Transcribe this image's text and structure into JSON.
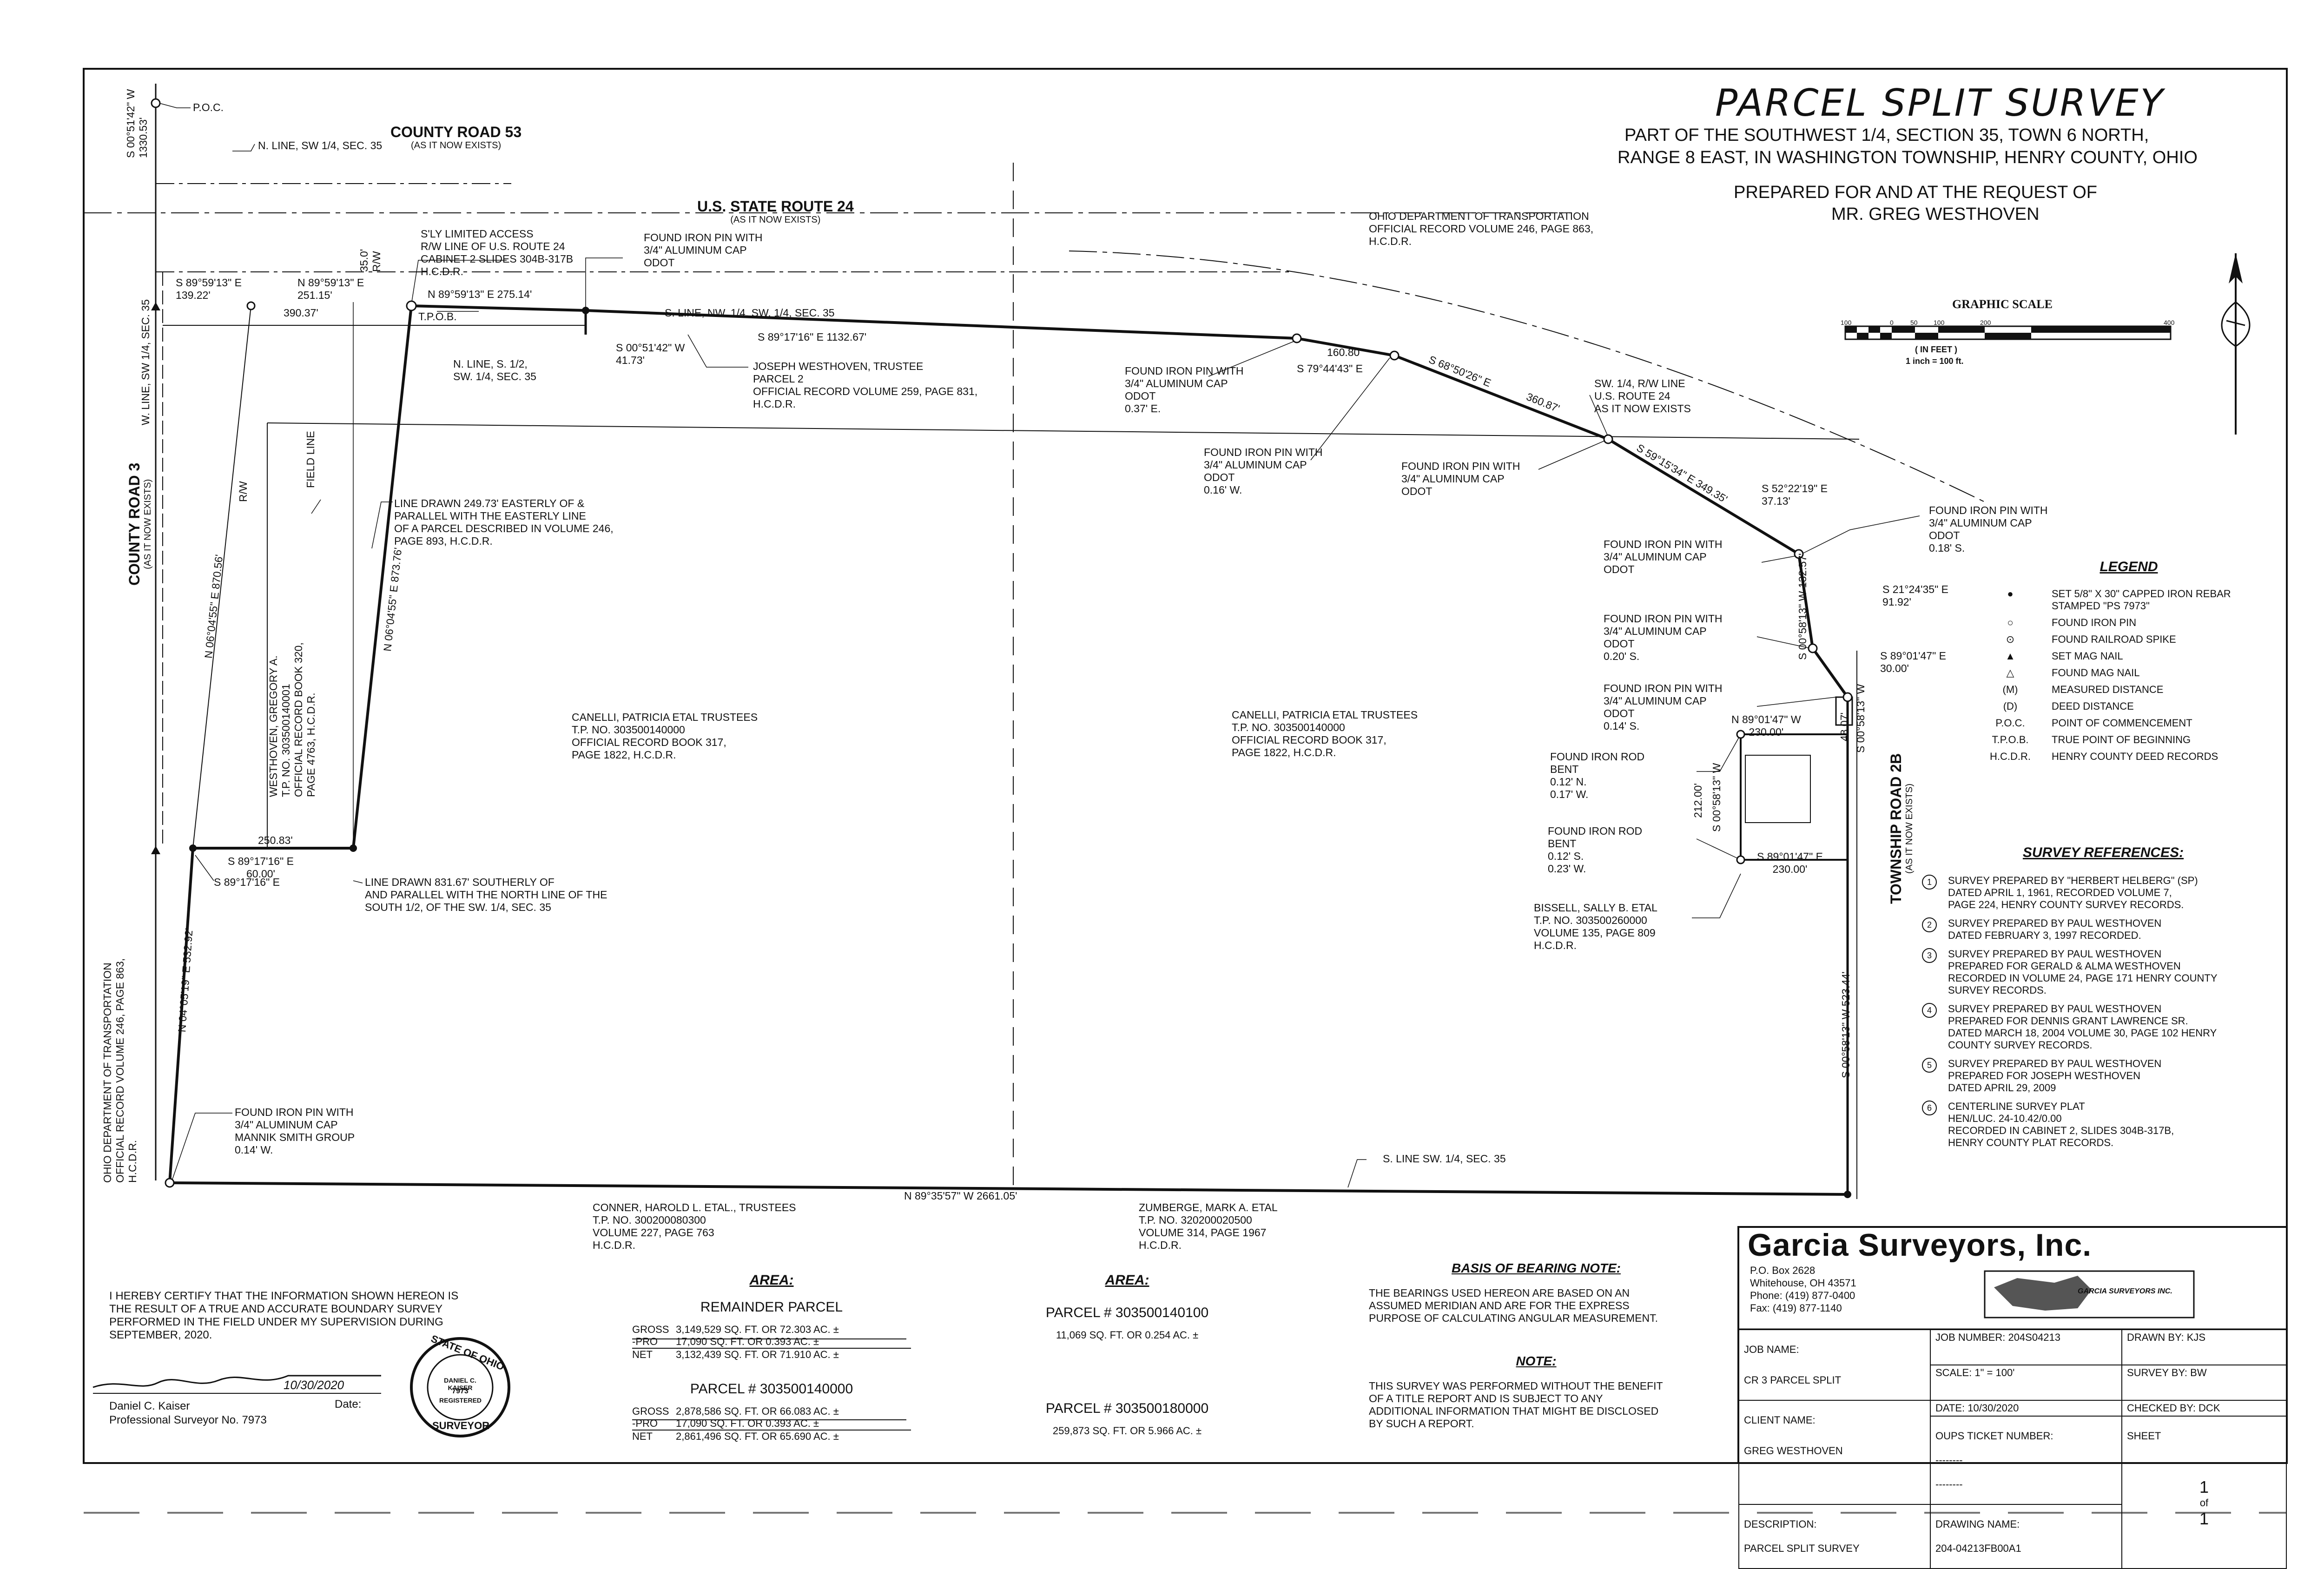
{
  "title": {
    "main": "PARCEL SPLIT SURVEY",
    "line1": "PART OF THE SOUTHWEST 1/4, SECTION 35, TOWN 6 NORTH,",
    "line2": "RANGE 8 EAST, IN WASHINGTON TOWNSHIP, HENRY COUNTY, OHIO",
    "prepared1": "PREPARED FOR AND AT THE REQUEST OF",
    "prepared2": "MR. GREG WESTHOVEN"
  },
  "graphic_scale": {
    "title": "GRAPHIC SCALE",
    "ticks": [
      "100",
      "0",
      "50",
      "100",
      "200",
      "400"
    ],
    "unit": "( IN FEET )",
    "ratio": "1 inch = 100 ft."
  },
  "roads": {
    "cr53": "COUNTY ROAD 53",
    "cr53_sub": "(AS IT NOW EXISTS)",
    "us24": "U.S. STATE ROUTE 24",
    "us24_sub": "(AS IT NOW EXISTS)",
    "cr3": "COUNTY ROAD 3",
    "cr3_sub": "(AS IT NOW EXISTS)",
    "tr2b": "TOWNSHIP ROAD 2B",
    "tr2b_sub": "(AS IT NOW EXISTS)"
  },
  "annotations": {
    "poc": "P.O.C.",
    "n_line_sec35": "N. LINE, SW 1/4, SEC. 35",
    "s_005142_1330": "S 00°51'42\" W\n1330.53'",
    "w_line_sec35": "W. LINE, SW 1/4, SEC. 35",
    "s895913_139": "S 89°59'13\" E\n139.22'",
    "n895913_251": "N 89°59'13\" E\n251.15'",
    "d_390": "390.37'",
    "d_350_rw": "35.0'\nR/W",
    "sly_access": "S'LY LIMITED ACCESS\nR/W LINE OF U.S. ROUTE 24\nCABINET 2 SLIDES 304B-317B\nH.C.D.R.",
    "n895913_275": "N 89°59'13\" E   275.14'",
    "tpob": "T.P.O.B.",
    "found_pin_top": "FOUND IRON PIN WITH\n3/4\" ALUMINUM CAP\nODOT",
    "s_line_nw": "S. LINE, NW. 1/4, SW. 1/4, SEC. 35",
    "s891716_1132": "S 89°17'16\" E    1132.67'",
    "s005142_4173": "S 00°51'42\" W\n41.73'",
    "n_line_s12": "N. LINE, S. 1/2,\nSW. 1/4, SEC. 35",
    "joseph_parcel": "JOSEPH WESTHOVEN, TRUSTEE\nPARCEL 2\nOFFICIAL RECORD VOLUME 259, PAGE 831,\nH.C.D.R.",
    "odot_record_top": "OHIO DEPARTMENT OF TRANSPORTATION\nOFFICIAL RECORD VOLUME 246, PAGE 863,\nH.C.D.R.",
    "found_pin_037": "FOUND IRON PIN WITH\n3/4\" ALUMINUM CAP\nODOT\n0.37' E.",
    "d_16080": "160.80'",
    "s794443": "S 79°44'43\" E",
    "s685026": "S 68°50'26\" E",
    "d_36087": "360.87'",
    "sw_rw": "SW. 1/4, R/W LINE\nU.S. ROUTE 24\nAS IT NOW EXISTS",
    "found_pin_016": "FOUND IRON PIN WITH\n3/4\" ALUMINUM CAP\nODOT\n0.16' W.",
    "found_pin_odot": "FOUND IRON PIN WITH\n3/4\" ALUMINUM CAP\nODOT",
    "s591534": "S 59°15'34\" E   349.35'",
    "s522219": "S 52°22'19\" E\n37.13'",
    "found_pin_018": "FOUND IRON PIN WITH\n3/4\" ALUMINUM CAP\nODOT\n0.18' S.",
    "found_pin_mid": "FOUND IRON PIN WITH\n3/4\" ALUMINUM CAP\nODOT",
    "s005813_132": "S 00°58'13\" W   132.57'",
    "s212435": "S 21°24'35\" E\n91.92'",
    "found_pin_020": "FOUND IRON PIN WITH\n3/4\" ALUMINUM CAP\nODOT\n0.20' S.",
    "s890147_30": "S 89°01'47\" E\n30.00'",
    "found_pin_014": "FOUND IRON PIN WITH\n3/4\" ALUMINUM CAP\nODOT\n0.14' S.",
    "n890147_230": "N 89°01'47\" W\n230.00'",
    "d_4807": "48.07'",
    "s005813_tr": "S 00°58'13\" W",
    "found_rod_1": "FOUND IRON ROD\nBENT\n0.12' N.\n0.17' W.",
    "d_212": "212.00'",
    "s005813_small": "S 00°58'13\" W",
    "found_rod_2": "FOUND IRON ROD\nBENT\n0.12' S.\n0.23' W.",
    "s890147_230b": "S 89°01'47\" E\n230.00'",
    "bissell": "BISSELL, SALLY B. ETAL\nT.P. NO. 303500260000\nVOLUME 135, PAGE 809\nH.C.D.R.",
    "field_line": "FIELD LINE",
    "line_249": "LINE DRAWN 249.73' EASTERLY OF &\nPARALLEL WITH THE EASTERLY LINE\nOF A PARCEL DESCRIBED IN VOLUME 246,\nPAGE 893, H.C.D.R.",
    "n060455_870": "N 06°04'55\" E   870.56'",
    "rw": "R/W",
    "n060455_873": "N 06°04'55\" E   873.76'",
    "westhoven_greg": "WESTHOVEN, GREGORY A.\nT.P. NO. 303500140001\nOFFICIAL RECORD BOOK 320,\nPAGE 4763, H.C.D.R.",
    "canelli_1": "CANELLI, PATRICIA ETAL TRUSTEES\nT.P. NO. 303500140000\nOFFICIAL RECORD BOOK 317,\nPAGE 1822, H.C.D.R.",
    "canelli_2": "CANELLI, PATRICIA ETAL TRUSTEES\nT.P. NO. 303500140000\nOFFICIAL RECORD BOOK 317,\nPAGE 1822, H.C.D.R.",
    "d_25083": "250.83'",
    "s891716_60": "S 89°17'16\" E\n60.00'",
    "s891716": "S 89°17'16\" E",
    "line_831": "LINE DRAWN 831.67' SOUTHERLY OF\nAND PARALLEL WITH THE NORTH LINE OF THE\nSOUTH 1/2, OF THE SW. 1/4, SEC. 35",
    "n040519_532": "N 04°05'19\" E   532.92'",
    "odot_record_left": "OHIO DEPARTMENT OF TRANSPORTATION\nOFFICIAL RECORD VOLUME 246, PAGE 863,\nH.C.D.R.",
    "found_pin_mannik": "FOUND IRON PIN WITH\n3/4\" ALUMINUM CAP\nMANNIK SMITH GROUP\n0.14' W.",
    "s_line_sw": "S. LINE SW. 1/4, SEC. 35",
    "n893557_2661": "N 89°35'57\" W    2661.05'",
    "conner": "CONNER, HAROLD L. ETAL., TRUSTEES\nT.P. NO. 300200080300\nVOLUME 227, PAGE 763\nH.C.D.R.",
    "zumberge": "ZUMBERGE, MARK A. ETAL\nT.P. NO. 320200020500\nVOLUME 314, PAGE 1967\nH.C.D.R.",
    "s005813_523": "S 00°58'13\" W   523.44'"
  },
  "legend": {
    "title": "LEGEND",
    "items": [
      {
        "symbol": "●",
        "text": "SET 5/8\" X 30\" CAPPED IRON REBAR\nSTAMPED \"PS 7973\""
      },
      {
        "symbol": "○",
        "text": "FOUND IRON PIN"
      },
      {
        "symbol": "⊙",
        "text": "FOUND RAILROAD SPIKE"
      },
      {
        "symbol": "▲",
        "text": "SET MAG NAIL"
      },
      {
        "symbol": "△",
        "text": "FOUND MAG NAIL"
      },
      {
        "symbol": "(M)",
        "text": "MEASURED DISTANCE"
      },
      {
        "symbol": "(D)",
        "text": "DEED DISTANCE"
      },
      {
        "symbol": "P.O.C.",
        "text": "POINT OF COMMENCEMENT"
      },
      {
        "symbol": "T.P.O.B.",
        "text": "TRUE POINT OF BEGINNING"
      },
      {
        "symbol": "H.C.D.R.",
        "text": "HENRY COUNTY DEED RECORDS"
      }
    ]
  },
  "references": {
    "title": "SURVEY REFERENCES:",
    "items": [
      {
        "num": "1",
        "text": "SURVEY PREPARED BY \"HERBERT HELBERG\" (SP)\nDATED APRIL 1, 1961, RECORDED VOLUME 7,\nPAGE 224, HENRY COUNTY SURVEY RECORDS."
      },
      {
        "num": "2",
        "text": "SURVEY PREPARED BY PAUL WESTHOVEN\nDATED FEBRUARY 3, 1997 RECORDED."
      },
      {
        "num": "3",
        "text": "SURVEY PREPARED BY PAUL WESTHOVEN\nPREPARED FOR GERALD & ALMA WESTHOVEN\nRECORDED IN VOLUME 24, PAGE 171 HENRY COUNTY\nSURVEY RECORDS."
      },
      {
        "num": "4",
        "text": "SURVEY PREPARED BY PAUL WESTHOVEN\nPREPARED FOR DENNIS GRANT LAWRENCE SR.\nDATED MARCH 18, 2004 VOLUME 30, PAGE 102 HENRY\nCOUNTY SURVEY RECORDS."
      },
      {
        "num": "5",
        "text": "SURVEY PREPARED BY PAUL WESTHOVEN\nPREPARED FOR JOSEPH WESTHOVEN\nDATED APRIL 29, 2009"
      },
      {
        "num": "6",
        "text": "CENTERLINE SURVEY PLAT\nHEN/LUC. 24-10.42/0.00\nRECORDED IN CABINET 2, SLIDES 304B-317B,\nHENRY COUNTY PLAT RECORDS."
      }
    ]
  },
  "certification": {
    "text": "I HEREBY CERTIFY THAT THE INFORMATION SHOWN HEREON IS\nTHE RESULT OF A TRUE AND ACCURATE BOUNDARY SURVEY\nPERFORMED IN THE FIELD UNDER MY SUPERVISION DURING\nSEPTEMBER, 2020.",
    "date": "10/30/2020",
    "date_label": "Date:",
    "name": "Daniel C. Kaiser",
    "title": "Professional Surveyor No. 7973",
    "seal_top": "STATE OF OHIO",
    "seal_name": "DANIEL C. KAISER",
    "seal_num": "7973",
    "seal_reg": "REGISTERED",
    "seal_bottom": "SURVEYOR"
  },
  "area1": {
    "title": "AREA:",
    "p1_title": "REMAINDER PARCEL",
    "p1_rows": [
      [
        "GROSS",
        "3,149,529 SQ. FT. OR 72.303 AC. ±"
      ],
      [
        "-PRO",
        "17,090 SQ. FT. OR 0.393 AC. ±"
      ],
      [
        "NET",
        "3,132,439 SQ. FT. OR 71.910 AC. ±"
      ]
    ],
    "p2_title": "PARCEL # 303500140000",
    "p2_rows": [
      [
        "GROSS",
        "2,878,586 SQ. FT. OR 66.083 AC. ±"
      ],
      [
        "-PRO",
        "17,090 SQ. FT. OR 0.393 AC. ±"
      ],
      [
        "NET",
        "2,861,496 SQ. FT. OR 65.690 AC. ±"
      ]
    ]
  },
  "area2": {
    "title": "AREA:",
    "p1_title": "PARCEL # 303500140100",
    "p1_text": "11,069 SQ. FT. OR 0.254 AC. ±",
    "p2_title": "PARCEL # 303500180000",
    "p2_text": "259,873 SQ. FT. OR 5.966 AC. ±"
  },
  "basis_note": {
    "title": "BASIS OF BEARING NOTE:",
    "text": "THE BEARINGS USED HEREON ARE BASED ON AN\nASSUMED MERIDIAN AND ARE FOR THE EXPRESS\nPURPOSE OF CALCULATING ANGULAR MEASUREMENT."
  },
  "note": {
    "title": "NOTE:",
    "text": "THIS SURVEY WAS PERFORMED WITHOUT THE BENEFIT\nOF A TITLE REPORT AND IS SUBJECT TO ANY\nADDITIONAL INFORMATION THAT MIGHT BE DISCLOSED\nBY SUCH A REPORT."
  },
  "firm": {
    "name": "Garcia Surveyors, Inc.",
    "address": "P.O. Box 2628\nWhitehouse, OH 43571\nPhone: (419) 877-0400\nFax: (419) 877-1140",
    "logo_text": "GARCIA SURVEYORS INC."
  },
  "title_block": {
    "job_name_label": "JOB NAME:",
    "job_name": "CR 3 PARCEL SPLIT",
    "client_label": "CLIENT NAME:",
    "client": "GREG WESTHOVEN",
    "desc_label": "DESCRIPTION:",
    "desc": "PARCEL SPLIT SURVEY",
    "job_number": "JOB NUMBER:  204S04213",
    "scale": "SCALE:  1\" = 100'",
    "date": "DATE: 10/30/2020",
    "oups_label": "OUPS TICKET NUMBER:",
    "oups_1": "--------",
    "oups_2": "--------",
    "drawing_label": "DRAWING NAME:",
    "drawing": "204-04213FB00A1",
    "drawn": "DRAWN BY:   KJS",
    "survey": "SURVEY BY:   BW",
    "checked": "CHECKED BY:  DCK",
    "sheet_label": "SHEET",
    "sheet": "1",
    "of": "of",
    "total": "1"
  }
}
